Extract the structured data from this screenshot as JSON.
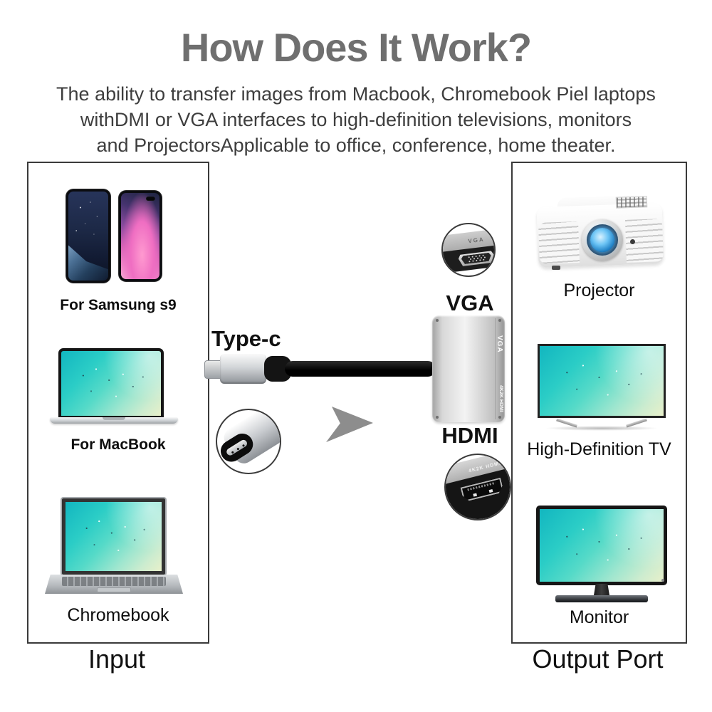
{
  "header": {
    "title": "How Does It Work?",
    "subtitle_lines": [
      "The ability to transfer images from Macbook, Chromebook Piel laptops",
      "withDMI or VGA interfaces to high-definition televisions, monitors",
      "and ProjectorsApplicable to office, conference, home theater."
    ]
  },
  "input_panel": {
    "caption": "Input",
    "items": [
      {
        "name": "samsung-phones",
        "label": "For Samsung s9"
      },
      {
        "name": "macbook",
        "label": "For MacBook"
      },
      {
        "name": "chromebook",
        "label": "Chromebook"
      }
    ]
  },
  "output_panel": {
    "caption": "Output Port",
    "items": [
      {
        "name": "projector",
        "label": "Projector"
      },
      {
        "name": "hd-tv",
        "label": "High-Definition TV"
      },
      {
        "name": "monitor",
        "label": "Monitor"
      }
    ]
  },
  "adapter": {
    "connector_label": "Type-c",
    "vga_label": "VGA",
    "hdmi_label": "HDMI",
    "body_vga_text": "VGA",
    "body_hdmi_text": "4K2K HDMI",
    "vga_closeup_text": "VGA",
    "hdmi_closeup_text": "4K2K HDMI"
  },
  "colors": {
    "title": "#6f6f6f",
    "subtitle": "#3e3e3e",
    "panel_border": "#3a3a3a",
    "arrow": "#8d8d8d",
    "screen_teal": "#2bcdc6",
    "cable_black": "#141414",
    "adapter_silver": "#d8d8d8"
  }
}
